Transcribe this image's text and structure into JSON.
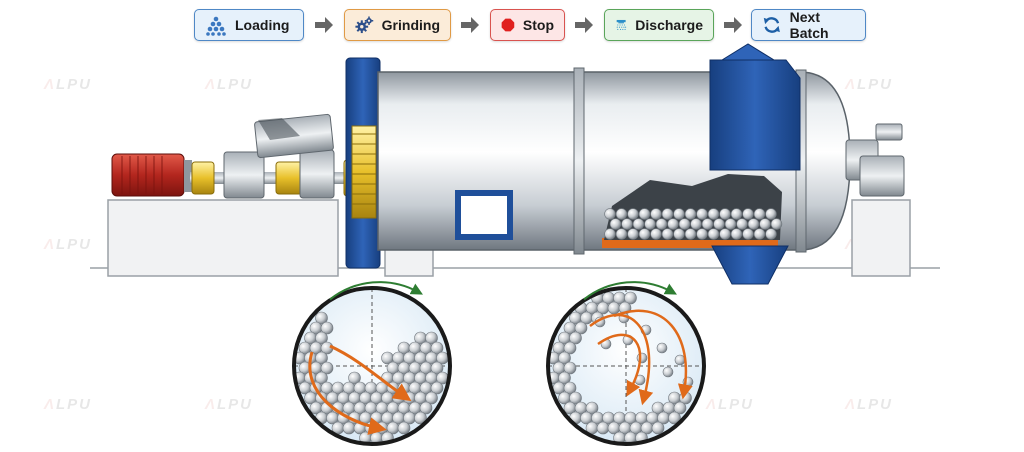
{
  "steps": [
    {
      "label": "Loading",
      "icon": "balls-pile-icon",
      "bg": "#e6f1fb",
      "border": "#4f88c6"
    },
    {
      "label": "Grinding",
      "icon": "gears-icon",
      "bg": "#fbecd9",
      "border": "#e09a45"
    },
    {
      "label": "Stop",
      "icon": "stop-sign-icon",
      "bg": "#fde6e6",
      "border": "#d9534f"
    },
    {
      "label": "Discharge",
      "icon": "shower-icon",
      "bg": "#e6f4e6",
      "border": "#5aa55a"
    },
    {
      "label": "Next Batch",
      "icon": "cycle-arrows-icon",
      "bg": "#e6f1fb",
      "border": "#4f88c6"
    }
  ],
  "flow_arrow_icon": "right-arrow-icon",
  "watermark": {
    "prefix": "A",
    "text": "LPU"
  },
  "colors": {
    "motor_red": "#c0392b",
    "coupling_yellow": "#e8c02a",
    "mill_blue": "#1f4f9a",
    "drum_silver": "#cdd3d9",
    "material_orange": "#e06a1a",
    "rotation_green": "#2e7d32"
  }
}
